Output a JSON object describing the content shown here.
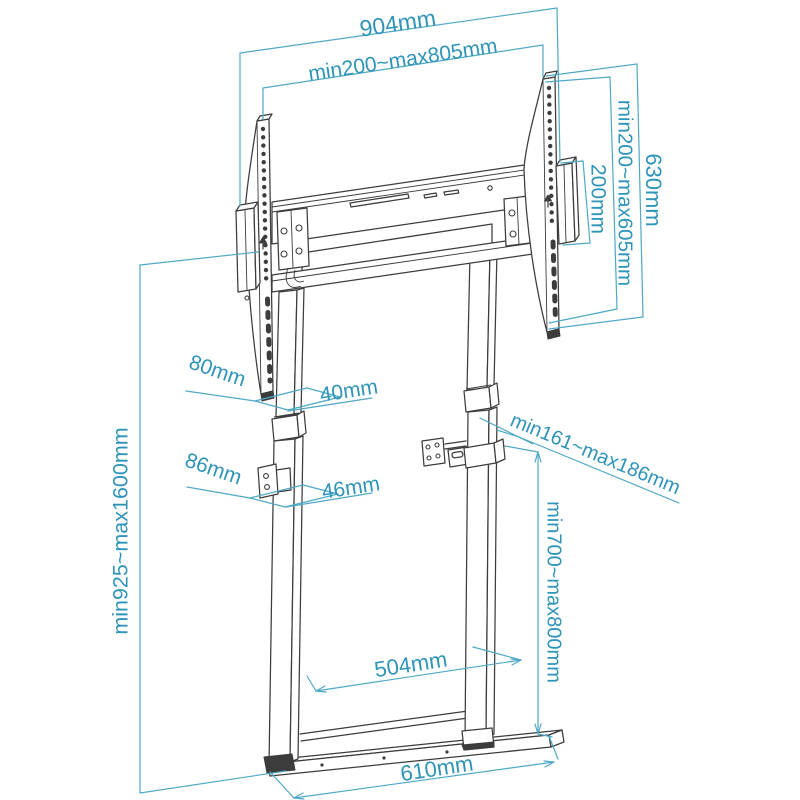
{
  "diagram": {
    "type": "technical-dimension-drawing",
    "subject": "motorised TV floor-stand lift with VESA mounting rails",
    "colors": {
      "dimension_lines": "#4fa8c5",
      "dimension_text": "#2e94b8",
      "structure_lines": "#3c3c3c",
      "background": "#ffffff"
    },
    "dimensions": {
      "overall_width": "904mm",
      "vesa_width": "min200~max805mm",
      "bracket_total_height": "630mm",
      "vesa_height": "min200~max605mm",
      "spacer_height": "200mm",
      "upper_column_depth": "80mm",
      "upper_column_width": "40mm",
      "lower_column_depth": "86mm",
      "lower_column_width": "46mm",
      "height_range": "min925~max1600mm",
      "bracket_offset": "min161~max186mm",
      "lift_range": "min700~max800mm",
      "inner_width": "504mm",
      "base_width": "610mm"
    }
  }
}
